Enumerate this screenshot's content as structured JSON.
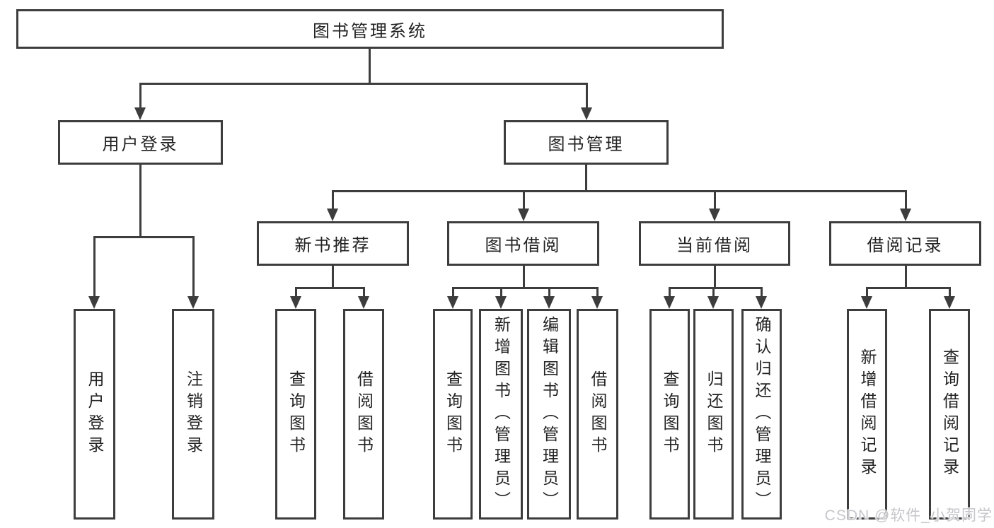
{
  "colors": {
    "line": "#3d3d3d",
    "text": "#222222",
    "background": "#ffffff",
    "watermark": "#c6c6cb"
  },
  "diagram": {
    "root": "图书管理系统",
    "level2": {
      "user_login": "用户登录",
      "book_management": "图书管理"
    },
    "level3": {
      "new_books": "新书推荐",
      "book_borrow": "图书借阅",
      "current_borrow": "当前借阅",
      "borrow_records": "借阅记录"
    },
    "leaves": {
      "user_login": [
        "用户登录",
        "注销登录"
      ],
      "new_books": [
        "查询图书",
        "借阅图书"
      ],
      "book_borrow": [
        "查询图书",
        "新增图书（管理员）",
        "编辑图书（管理员）",
        "借阅图书"
      ],
      "current_borrow": [
        "查询图书",
        "归还图书",
        "确认归还（管理员）"
      ],
      "borrow_records": [
        "新增借阅记录",
        "查询借阅记录"
      ]
    }
  },
  "watermark": "CSDN @软件_小贺同学"
}
